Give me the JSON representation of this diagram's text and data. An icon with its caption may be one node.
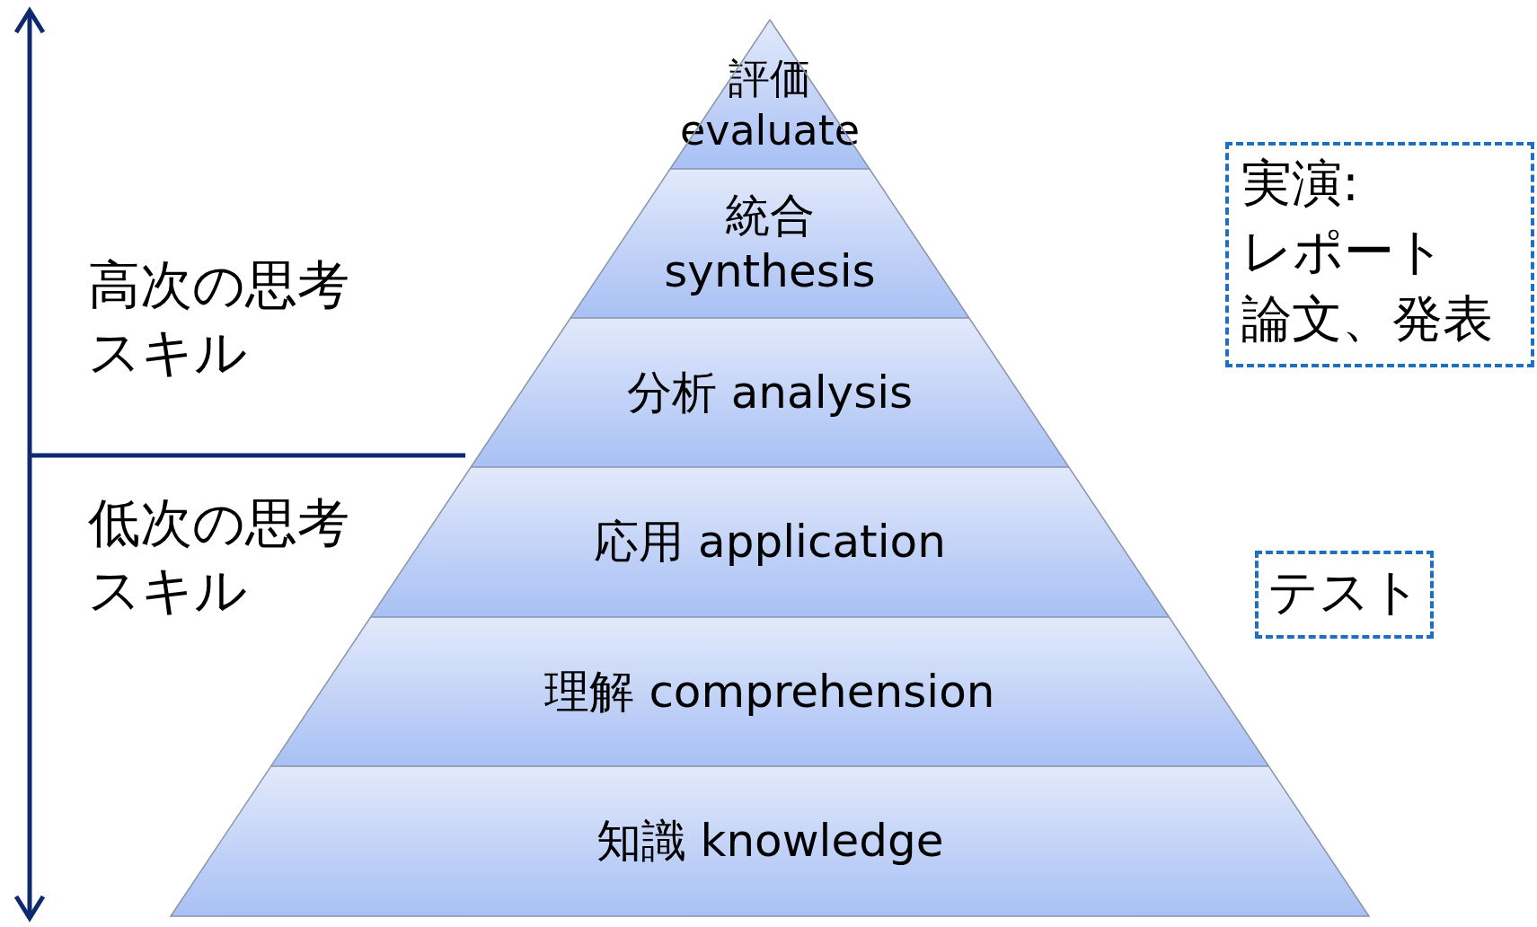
{
  "diagram": {
    "nodes": [
      {
        "text": [
          "評価 evaluate"
        ]
      },
      {
        "text": [
          "統合 synthesis"
        ]
      },
      {
        "text": [
          "分析 analysis"
        ]
      },
      {
        "text": [
          "応用 application"
        ]
      },
      {
        "text": [
          "理解 comprehension"
        ]
      },
      {
        "text": [
          "知識 knowledge"
        ]
      },
      {
        "text": [
          "実演:",
          "レポート",
          "論文、発表"
        ]
      },
      {
        "text": [
          "テスト"
        ]
      }
    ],
    "edges": [],
    "labels": [
      "高次の思考スキル",
      "低次の思考スキル"
    ]
  }
}
